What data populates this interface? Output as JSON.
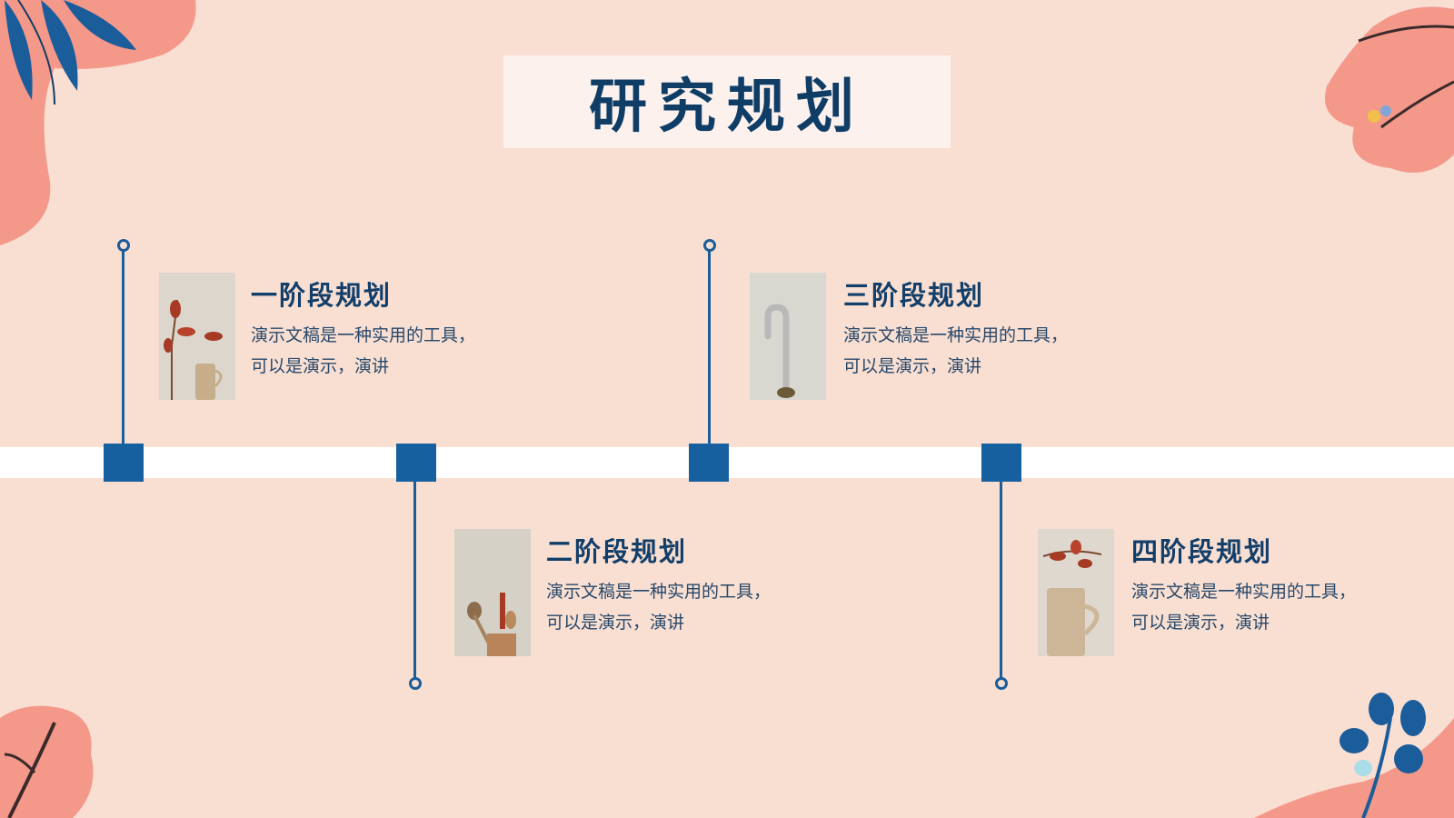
{
  "title": "研究规划",
  "stages": [
    {
      "title": "一阶段规划",
      "desc": "演示文稿是一种实用的工具，可以是演示，演讲",
      "photo": "plant-vase-photo"
    },
    {
      "title": "二阶段规划",
      "desc": "演示文稿是一种实用的工具，可以是演示，演讲",
      "photo": "utensils-photo"
    },
    {
      "title": "三阶段规划",
      "desc": "演示文稿是一种实用的工具，可以是演示，演讲",
      "photo": "faucet-photo"
    },
    {
      "title": "四阶段规划",
      "desc": "演示文稿是一种实用的工具，可以是演示，演讲",
      "photo": "jug-leaves-photo"
    }
  ],
  "colors": {
    "background": "#f8dfd2",
    "accent": "#17609f",
    "title_text": "#0f3d66",
    "coral": "#f4988a"
  }
}
